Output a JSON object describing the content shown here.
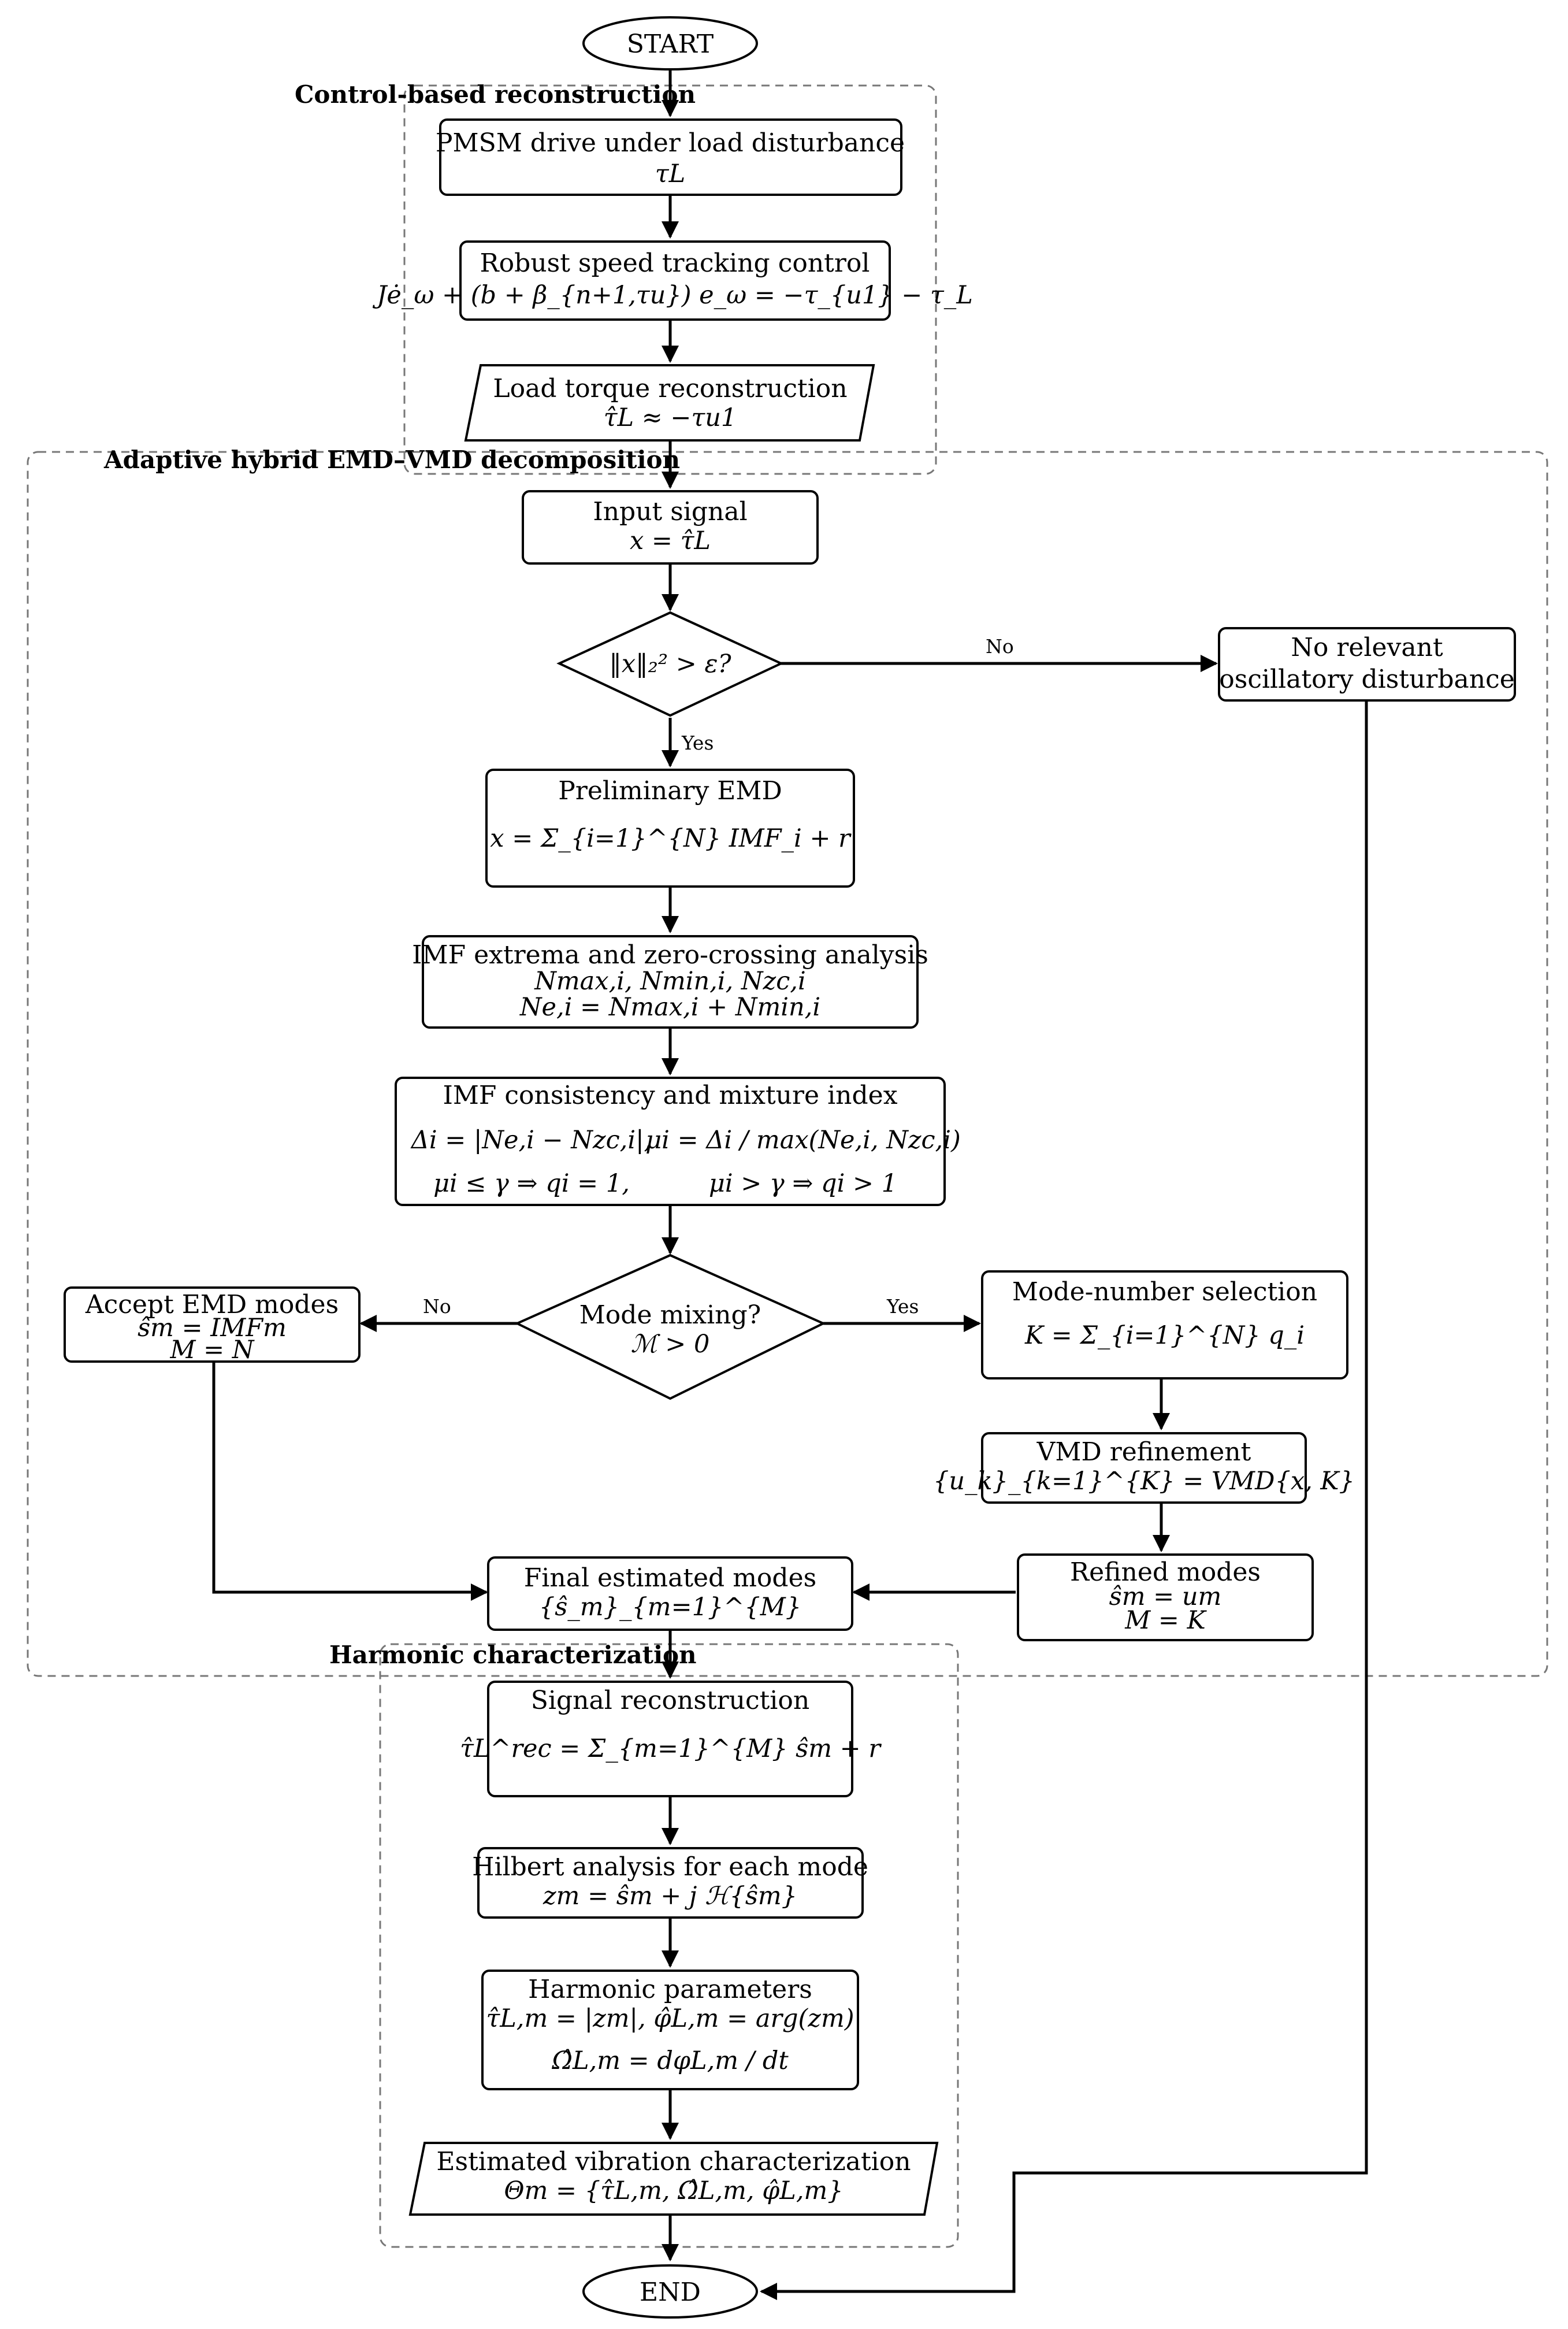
{
  "sections": {
    "control": "Control-based reconstruction",
    "decomposition": "Adaptive hybrid EMD–VMD decomposition",
    "harmonic": "Harmonic characterization"
  },
  "nodes": {
    "start": "START",
    "end": "END",
    "pmsm": {
      "title": "PMSM drive under load disturbance",
      "math": "τL"
    },
    "robust": {
      "title": "Robust speed tracking control",
      "math": "Jė_ω + (b + β_{n+1,τu}) e_ω = −τ_{u1} − τ_L"
    },
    "load": {
      "title": "Load torque reconstruction",
      "math": "τ̂L ≈ −τu1"
    },
    "input": {
      "title": "Input signal",
      "math": "x = τ̂L"
    },
    "energy_check": {
      "math": "‖x‖₂² > ε?"
    },
    "no_relevant": {
      "line1": "No relevant",
      "line2": "oscillatory disturbance"
    },
    "emd": {
      "title": "Preliminary EMD",
      "math": "x = Σ_{i=1}^{N} IMF_i + r"
    },
    "extrema": {
      "title": "IMF extrema and zero-crossing analysis",
      "math1": "Nmax,i,  Nmin,i,  Nzc,i",
      "math2": "Ne,i = Nmax,i + Nmin,i"
    },
    "consistency": {
      "title": "IMF consistency and mixture index",
      "math1a": "Δi = |Ne,i − Nzc,i|,",
      "math1b": "μi = Δi / max(Ne,i, Nzc,i)",
      "math2a": "μi ≤ γ ⇒ qi = 1,",
      "math2b": "μi > γ ⇒ qi > 1"
    },
    "mixing": {
      "line1": "Mode mixing?",
      "line2": "ℳ > 0"
    },
    "accept": {
      "title": "Accept EMD modes",
      "math1": "ŝm = IMFm",
      "math2": "M = N"
    },
    "mode_number": {
      "title": "Mode-number selection",
      "math": "K = Σ_{i=1}^{N} q_i"
    },
    "vmd": {
      "title": "VMD refinement",
      "math": "{u_k}_{k=1}^{K} = VMD{x, K}"
    },
    "refined": {
      "title": "Refined modes",
      "math1": "ŝm = um",
      "math2": "M = K"
    },
    "final": {
      "title": "Final estimated modes",
      "math": "{ŝ_m}_{m=1}^{M}"
    },
    "reconstruction": {
      "title": "Signal reconstruction",
      "math": "τ̂L^rec = Σ_{m=1}^{M} ŝm + r"
    },
    "hilbert": {
      "title": "Hilbert analysis for each mode",
      "math": "zm = ŝm + j ℋ{ŝm}"
    },
    "harmonic_params": {
      "title": "Harmonic parameters",
      "math1": "τ̂L,m = |zm|,    φ̂L,m = arg(zm)",
      "math2": "Ω̂L,m = dφL,m / dt"
    },
    "vibration": {
      "title": "Estimated vibration characterization",
      "math": "Θm = {τ̂L,m, Ω̂L,m, φ̂L,m}"
    }
  },
  "edge_labels": {
    "no": "No",
    "yes": "Yes"
  }
}
